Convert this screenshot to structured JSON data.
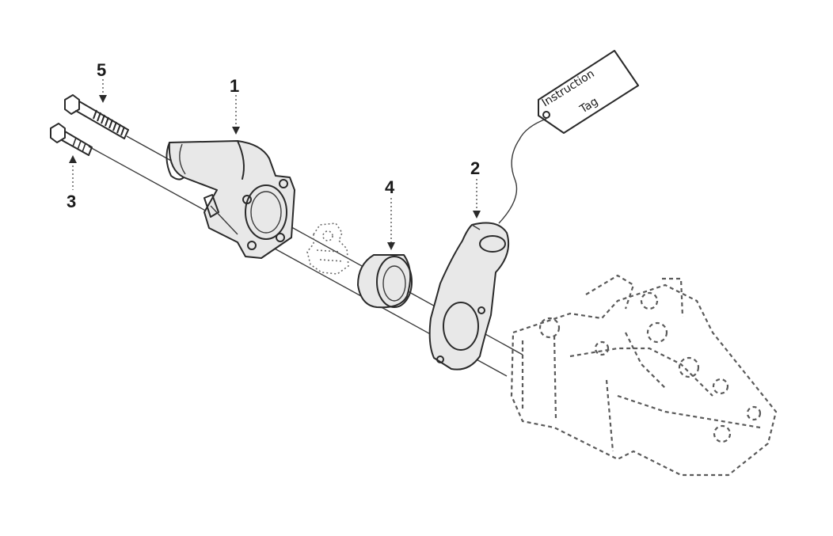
{
  "callouts": {
    "part1": "1",
    "part2": "2",
    "part3": "3",
    "part4": "4",
    "part5": "5"
  },
  "tag": {
    "line1": "Instruction",
    "line2": "Tag"
  }
}
